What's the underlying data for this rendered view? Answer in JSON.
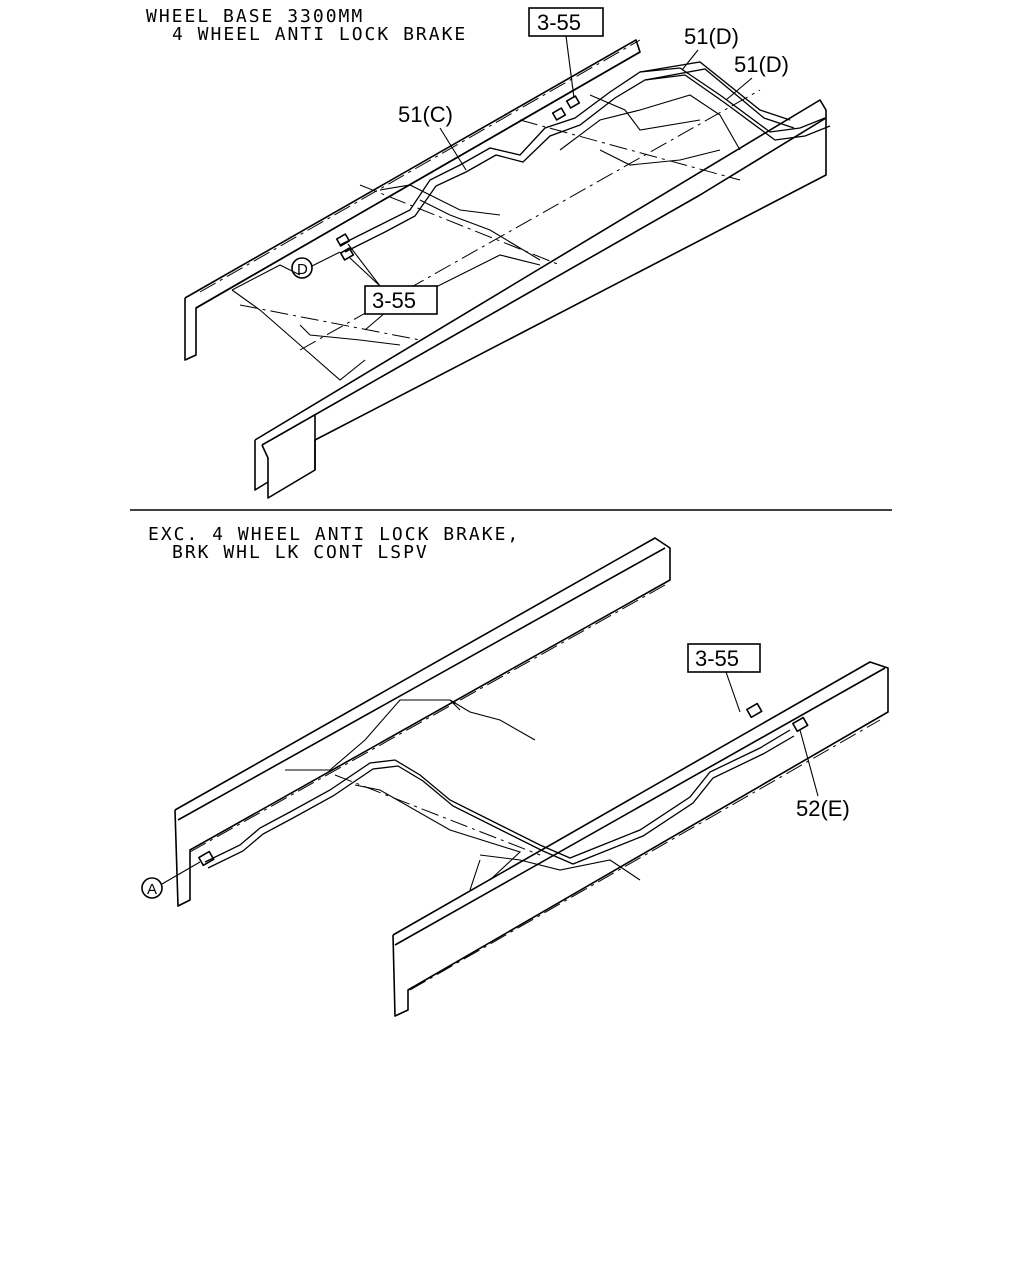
{
  "top_section": {
    "header_line1": "WHEEL BASE 3300MM",
    "header_line2": "4 WHEEL ANTI LOCK BRAKE",
    "callouts": {
      "ref_box_top": "3-55",
      "ref_box_left": "3-55",
      "part_51c": "51(C)",
      "part_51d_a": "51(D)",
      "part_51d_b": "51(D)",
      "circle_d": "D"
    }
  },
  "bottom_section": {
    "header_line1": "EXC. 4 WHEEL ANTI LOCK BRAKE,",
    "header_line2": "BRK WHL LK CONT LSPV",
    "callouts": {
      "ref_box": "3-55",
      "part_52e": "52(E)",
      "circle_a": "A"
    }
  }
}
